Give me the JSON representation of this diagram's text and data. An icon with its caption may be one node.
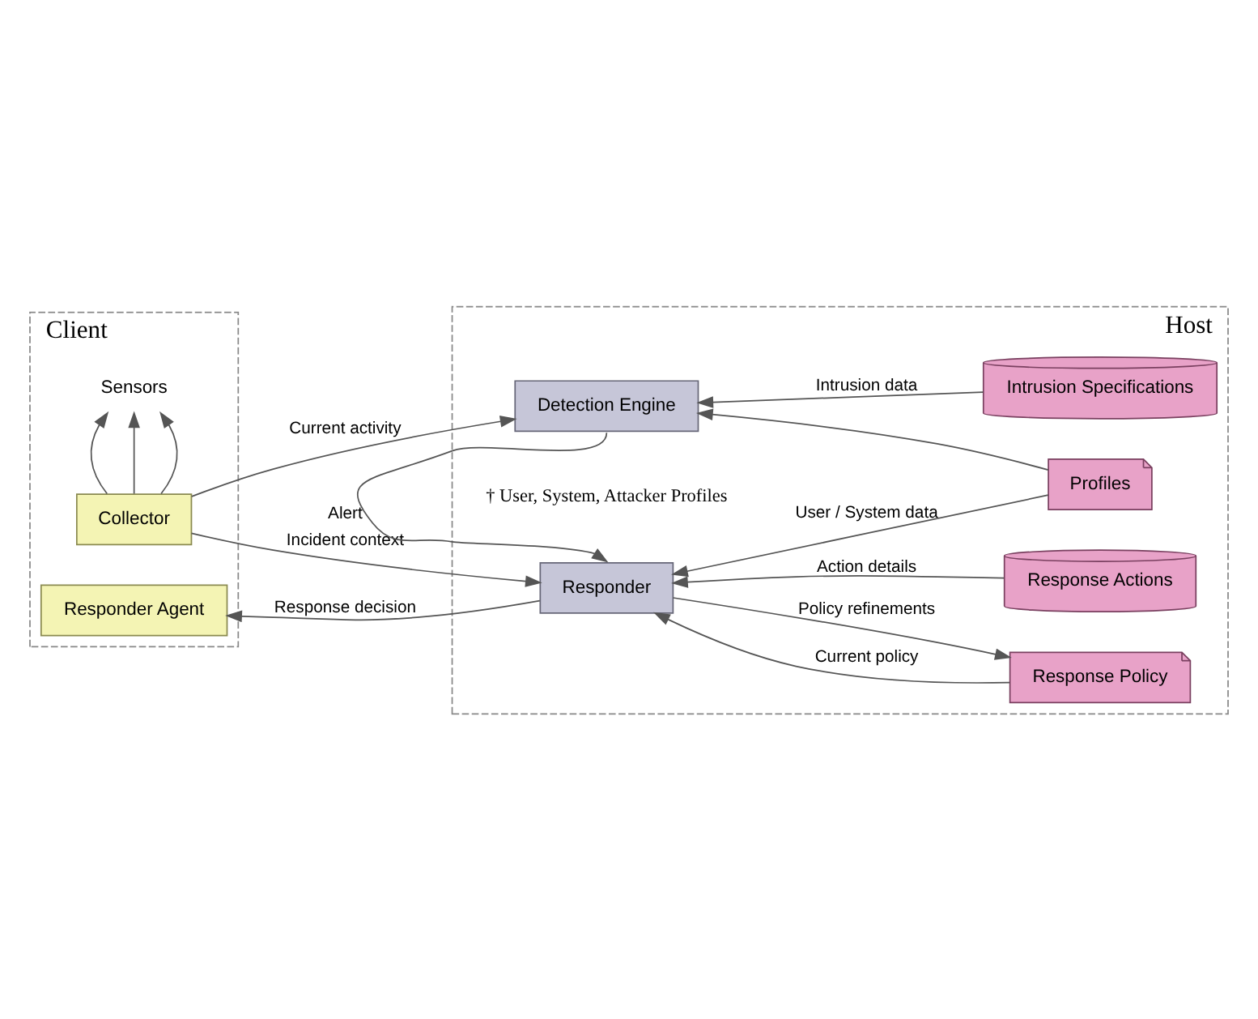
{
  "diagram": {
    "nodes": [
      {
        "text": [
          "Client"
        ]
      },
      {
        "text": [
          "Host"
        ]
      },
      {
        "text": [
          "Responder Agent"
        ],
        "in": 0
      },
      {
        "text": [
          "Collector"
        ],
        "in": 0
      },
      {
        "text": [
          "Sensors"
        ],
        "in": 0
      },
      {
        "text": [
          "Responder"
        ],
        "in": 1
      },
      {
        "text": [
          "Detection Engine"
        ],
        "in": 1
      },
      {
        "text": [
          "Response Policy"
        ],
        "in": 1
      },
      {
        "text": [
          "Response Actions"
        ],
        "in": 1
      },
      {
        "text": [
          "Profiles"
        ],
        "in": 1
      },
      {
        "text": [
          "Intrusion Specifications"
        ],
        "in": 1
      }
    ],
    "edges": [
      {
        "from": 5,
        "to": 2,
        "arrow": "to",
        "label": "Response decision"
      },
      {
        "from": 3,
        "to": 5,
        "arrow": "to",
        "label": "Incident context"
      },
      {
        "from": 3,
        "to": 6,
        "arrow": "to",
        "label": "Current activity"
      },
      {
        "from": 3,
        "to": 4,
        "arrow": "to"
      },
      {
        "from": 3,
        "to": 4,
        "arrow": "to"
      },
      {
        "from": 3,
        "to": 4,
        "arrow": "to"
      },
      {
        "from": 6,
        "to": 5,
        "arrow": "to",
        "label": "Alert"
      },
      {
        "from": 5,
        "to": 7,
        "arrow": "to",
        "label": "Policy refinements"
      },
      {
        "from": 7,
        "to": 5,
        "arrow": "to",
        "label": "Current policy"
      },
      {
        "from": 8,
        "to": 5,
        "arrow": "to",
        "label": "Action details"
      },
      {
        "from": 9,
        "to": 5,
        "arrow": "to",
        "label": "User / System data"
      },
      {
        "from": 9,
        "to": 6,
        "arrow": "to"
      },
      {
        "from": 10,
        "to": 6,
        "arrow": "to",
        "label": "Intrusion data"
      }
    ],
    "labels": [
      "† User, System, Attacker Profiles"
    ]
  }
}
